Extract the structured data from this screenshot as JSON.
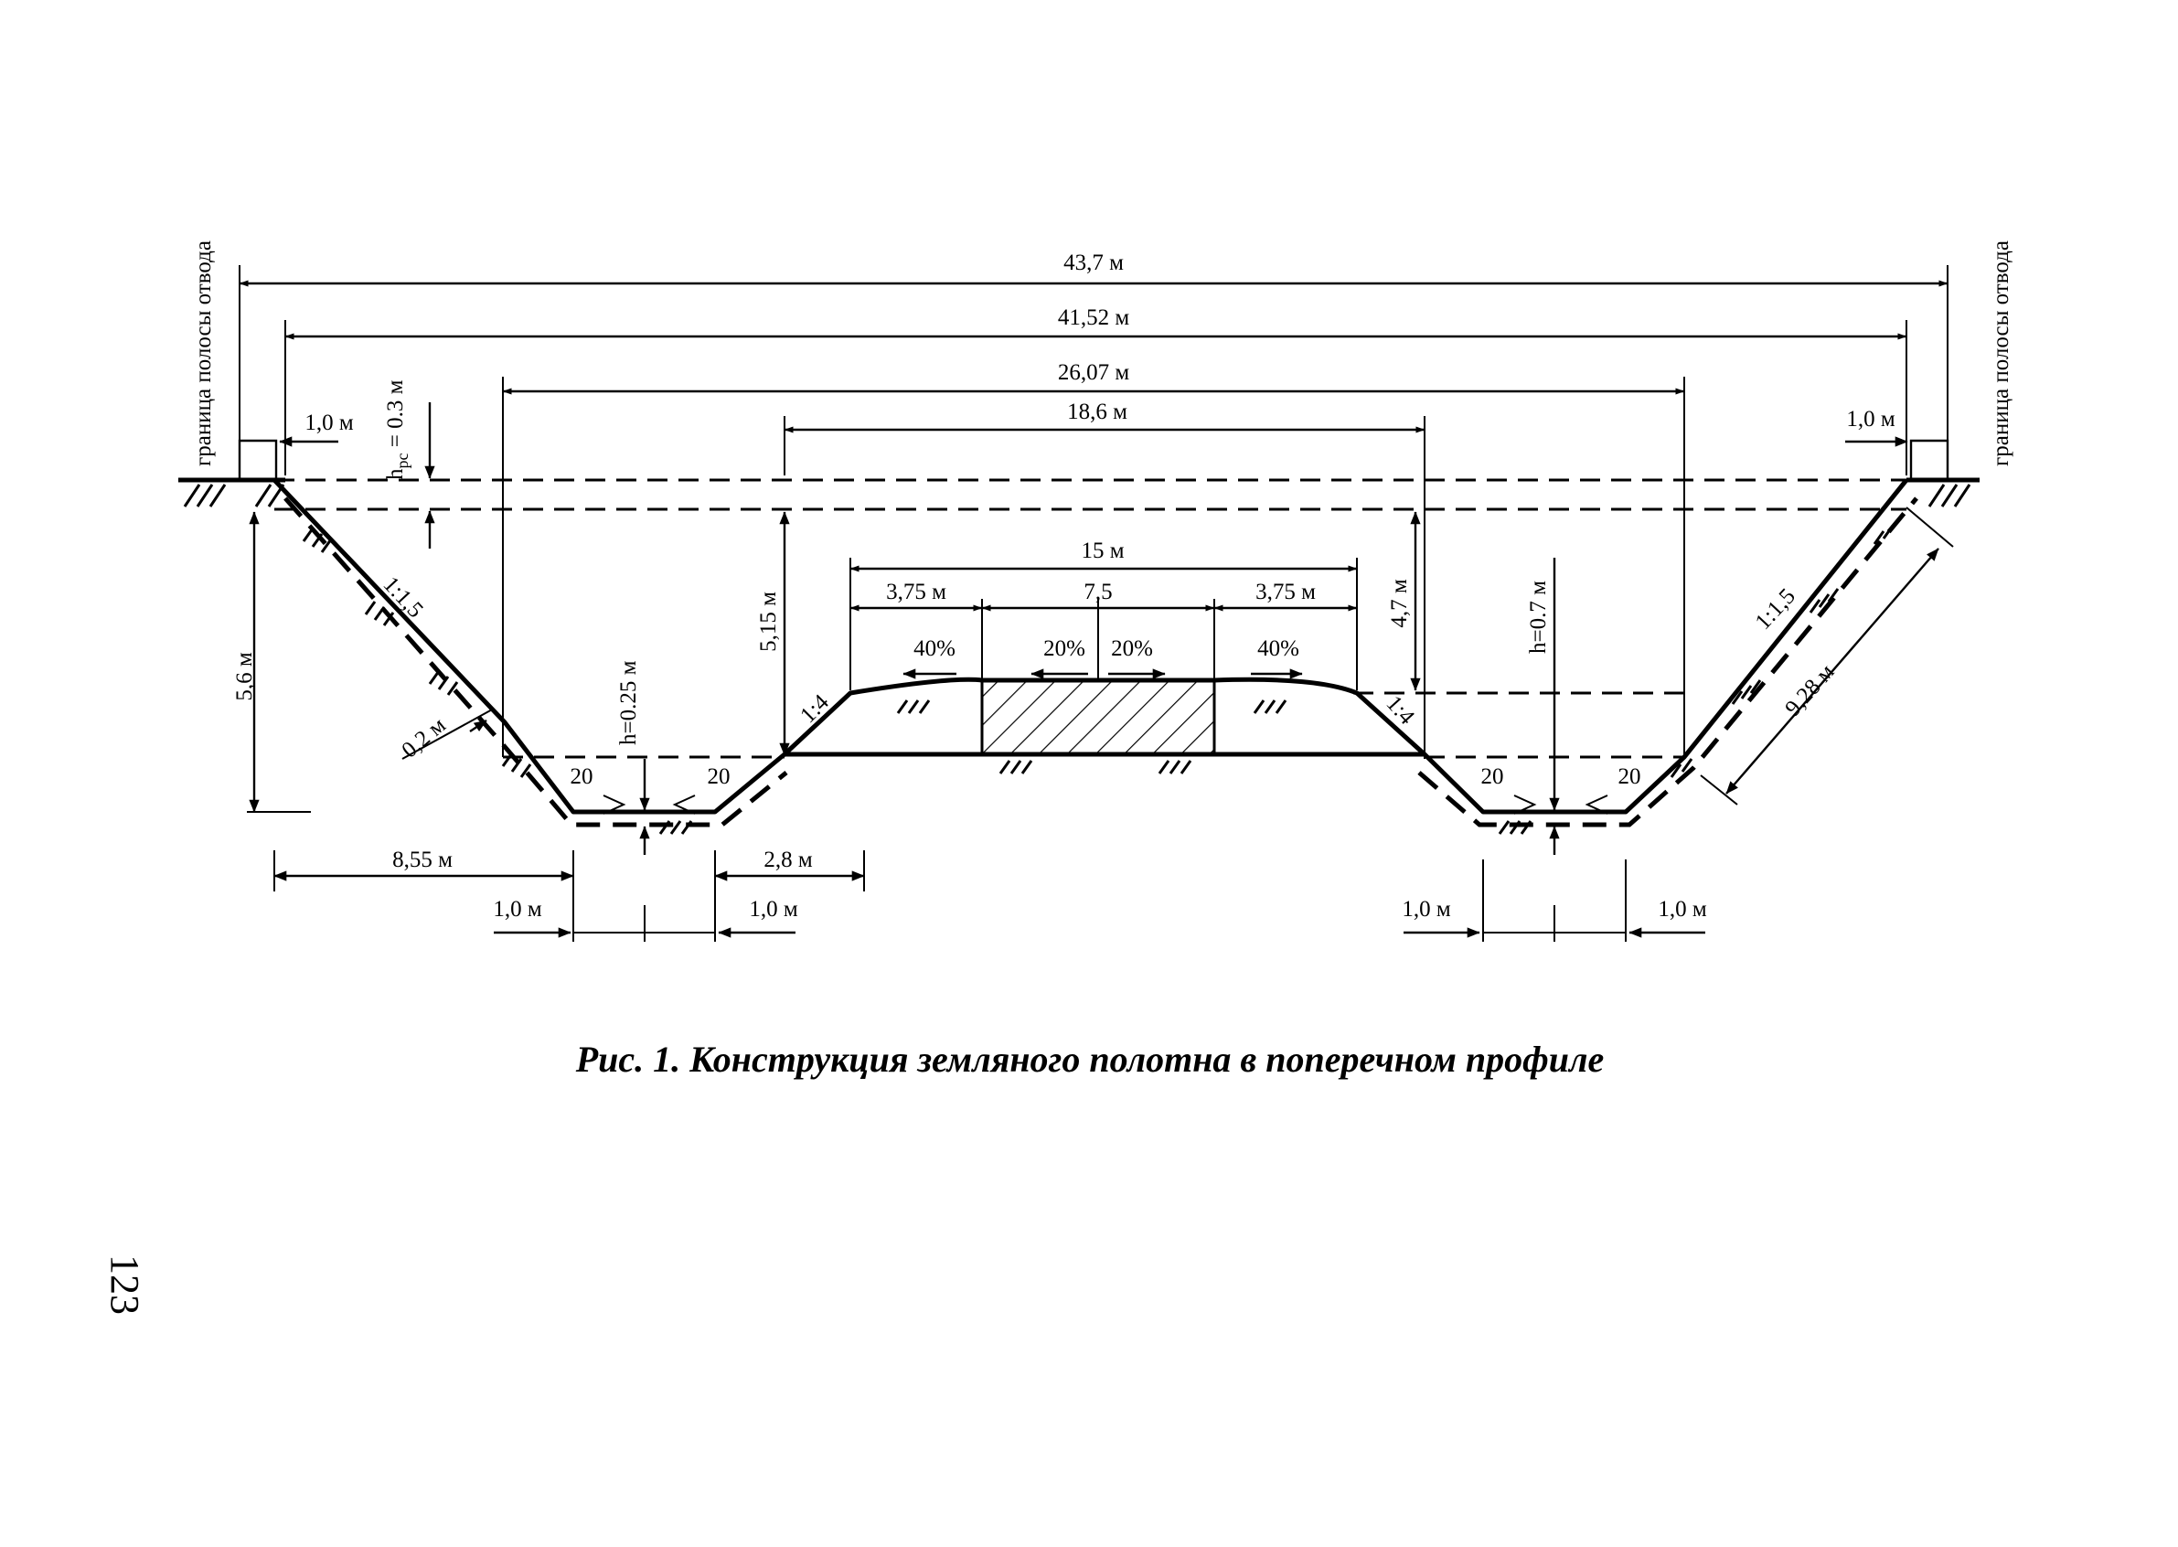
{
  "labels": {
    "boundary_left": "граница полосы отвода",
    "boundary_right": "граница полосы отвода",
    "width_total": "43,7 м",
    "width_41": "41,52 м",
    "width_26": "26,07 м",
    "width_18": "18,6 м",
    "width_15": "15 м",
    "lane_left": "3,75 м",
    "median": "7,5",
    "lane_right": "3,75 м",
    "slope_40_left": "40%",
    "slope_20_left": "20%",
    "slope_20_right": "20%",
    "slope_40_right": "40%",
    "offset_left": "1,0 м",
    "offset_right": "1,0 м",
    "h_pc": "h",
    "h_pc_sub": "pc",
    "h_pc_val": " = 0.3 м",
    "h_left_val": "5,6 м",
    "h_515": "5,15 м",
    "h_47": "4,7 м",
    "h_025": "h=0.25 м",
    "h_07": "h=0.7 м",
    "slope_ratio_left": "1:1,5",
    "slope_ratio_right": "1:1,5",
    "inner_slope_left": "1:4",
    "inner_slope_right": "1:4",
    "layer_02": "0,2 м",
    "slope_length": "9,28 м",
    "ditch_angle_1": "20",
    "ditch_angle_2": "20",
    "ditch_angle_3": "20",
    "ditch_angle_4": "20",
    "bottom_855": "8,55 м",
    "bottom_28": "2,8 м",
    "ditch_l_left": "1,0 м",
    "ditch_l_right": "1,0 м",
    "ditch_r_left": "1,0 м",
    "ditch_r_right": "1,0 м"
  },
  "caption": "Рис. 1. Конструкция земляного полотна в поперечном профиле",
  "page_number": "123"
}
